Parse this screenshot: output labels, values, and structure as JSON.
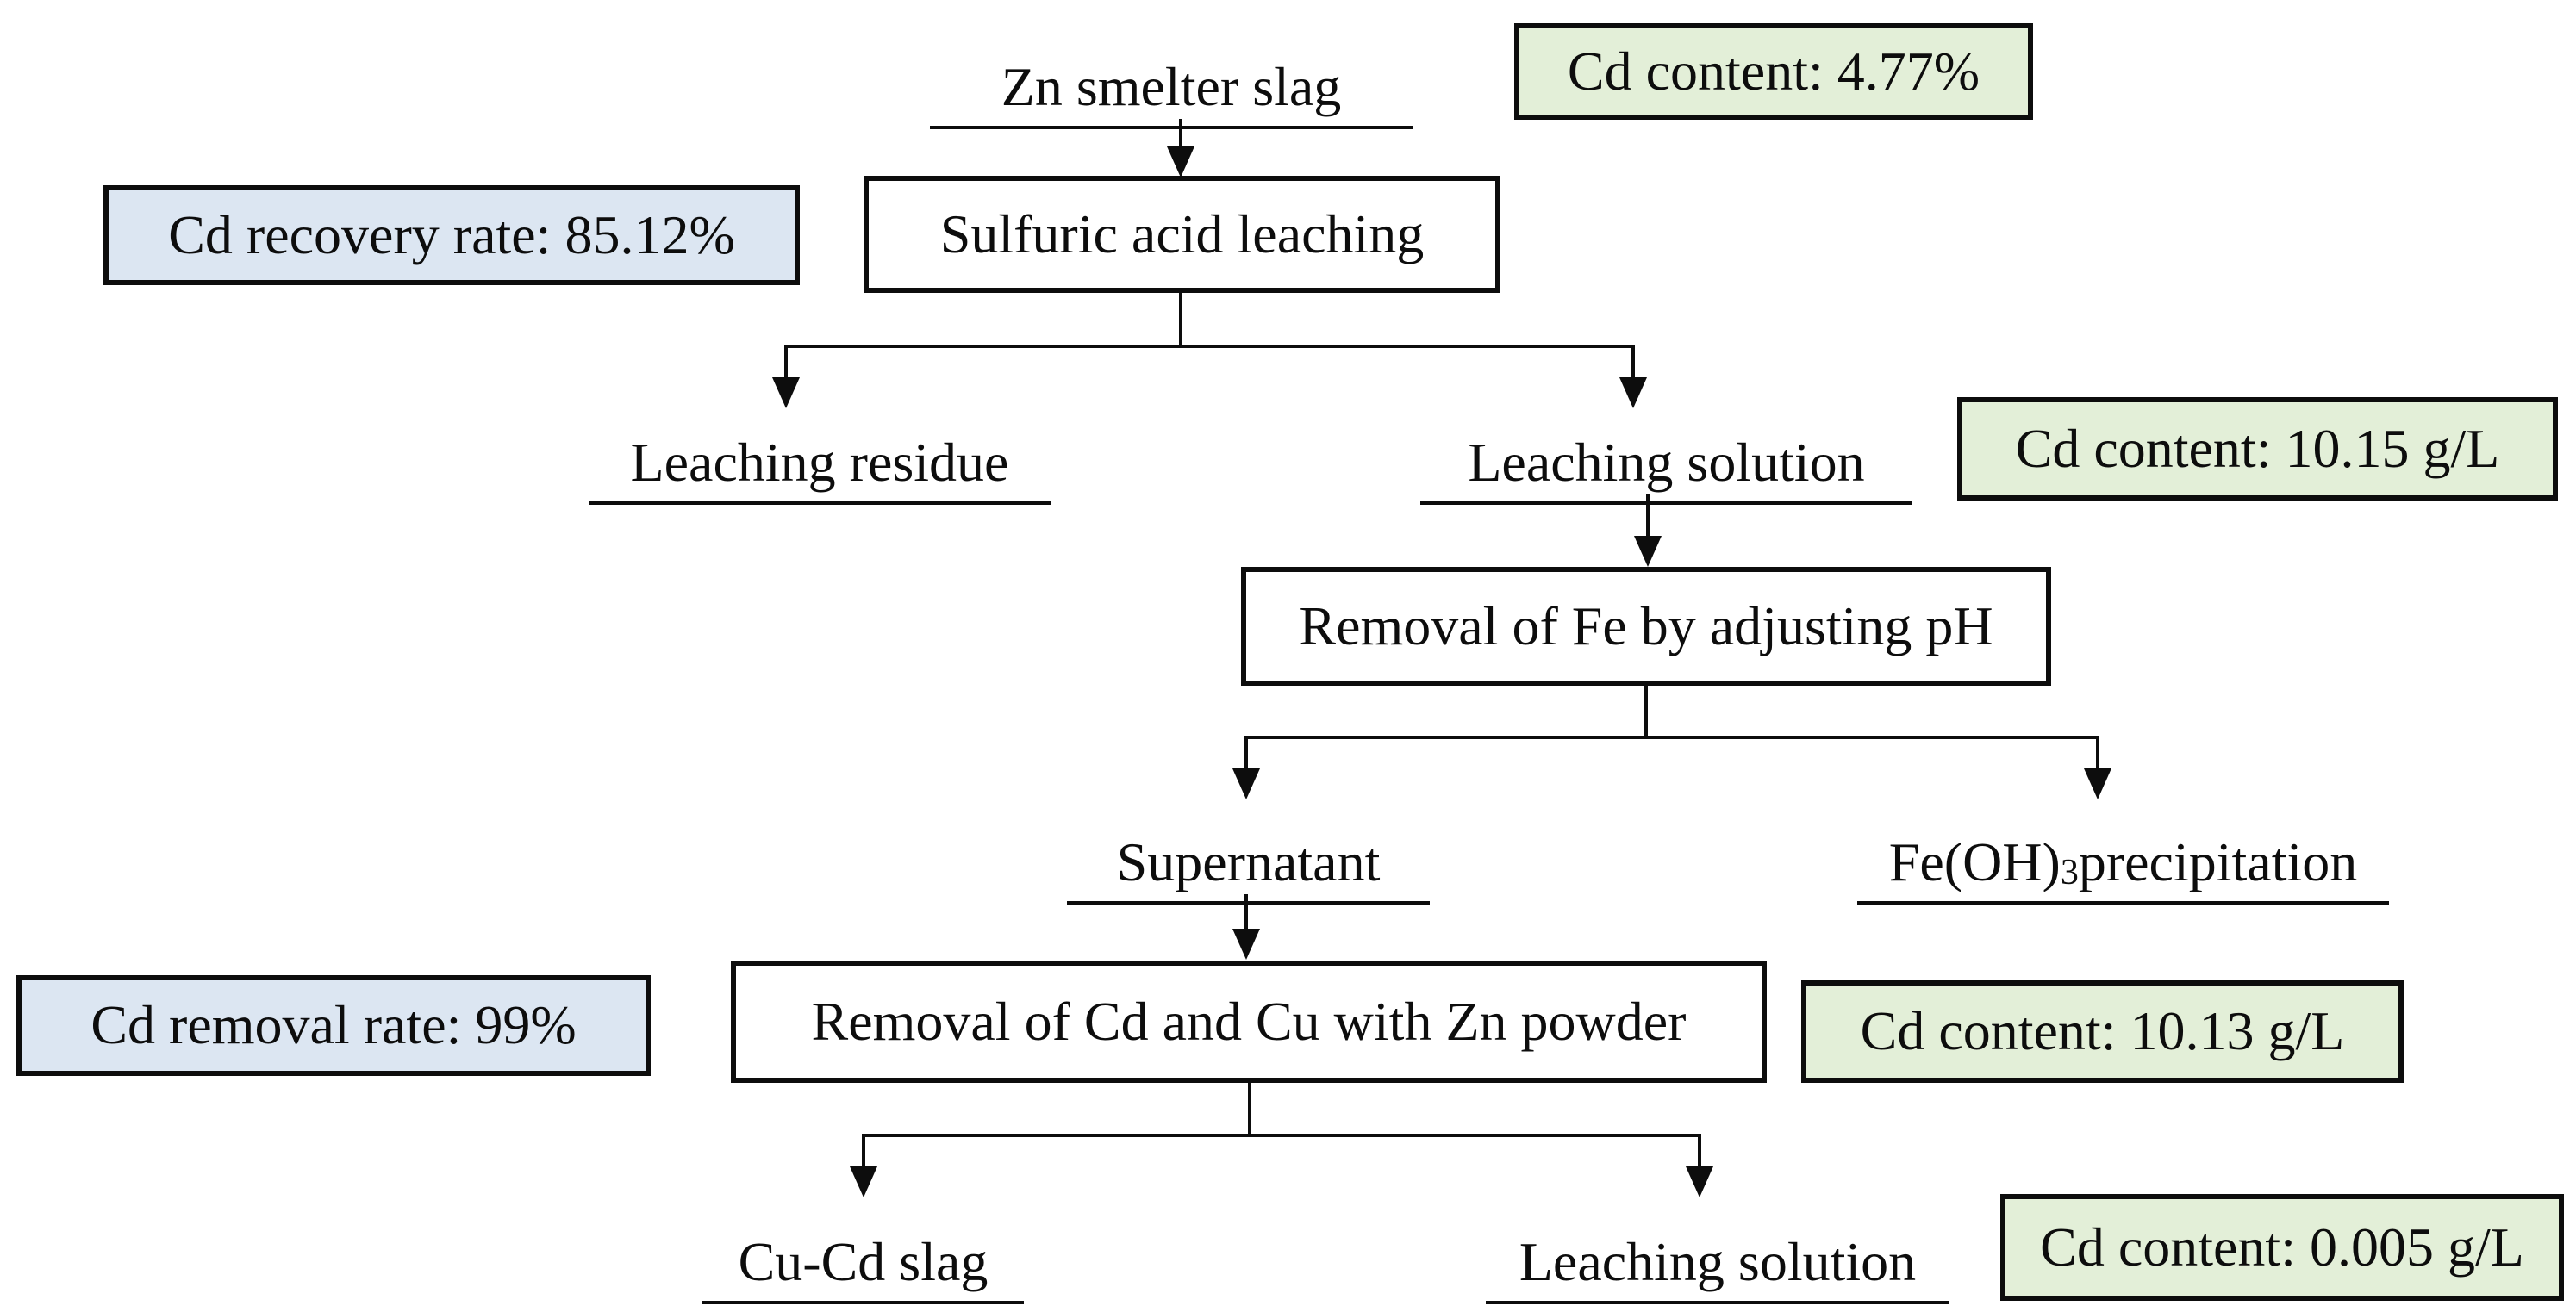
{
  "diagram": {
    "type": "flowchart",
    "description": "Hydrometallurgical process flow for cadmium recovery from Zn smelter slag",
    "nodes": {
      "zn_smelter_slag": "Zn smelter slag",
      "sulfuric_acid_leaching": "Sulfuric acid leaching",
      "leaching_residue": "Leaching residue",
      "leaching_solution_1": "Leaching solution",
      "removal_of_fe": "Removal of Fe by adjusting pH",
      "supernatant": "Supernatant",
      "fe_oh3_precipitation": {
        "pre": "Fe(OH)",
        "sub": "3",
        "post": " precipitation"
      },
      "removal_of_cd_cu": "Removal of Cd and Cu with Zn powder",
      "cu_cd_slag": "Cu-Cd slag",
      "leaching_solution_2": "Leaching solution"
    },
    "annotations": {
      "cd_content_slag": {
        "label": "Cd content: 4.77%",
        "color": "green"
      },
      "cd_recovery_rate": {
        "label": "Cd recovery rate: 85.12%",
        "color": "blue"
      },
      "cd_content_leaching_solution": {
        "label": "Cd content: 10.15 g/L",
        "color": "green"
      },
      "cd_removal_rate": {
        "label": "Cd removal rate: 99%",
        "color": "blue"
      },
      "cd_content_supernatant": {
        "label": "Cd content: 10.13 g/L",
        "color": "green"
      },
      "cd_content_final_solution": {
        "label": "Cd content: 0.005 g/L",
        "color": "green"
      }
    },
    "edges": [
      {
        "from": "Zn smelter slag",
        "to": "Sulfuric acid leaching"
      },
      {
        "from": "Sulfuric acid leaching",
        "to": "Leaching residue"
      },
      {
        "from": "Sulfuric acid leaching",
        "to": "Leaching solution"
      },
      {
        "from": "Leaching solution",
        "to": "Removal of Fe by adjusting pH"
      },
      {
        "from": "Removal of Fe by adjusting pH",
        "to": "Supernatant"
      },
      {
        "from": "Removal of Fe by adjusting pH",
        "to": "Fe(OH)3 precipitation"
      },
      {
        "from": "Supernatant",
        "to": "Removal of Cd and Cu with Zn powder"
      },
      {
        "from": "Removal of Cd and Cu with Zn powder",
        "to": "Cu-Cd slag"
      },
      {
        "from": "Removal of Cd and Cu with Zn powder",
        "to": "Leaching solution"
      }
    ],
    "colors": {
      "green_fill": "#e3efd8",
      "blue_fill": "#dce6f2",
      "line": "#0d0d0d",
      "box_fill": "#ffffff",
      "text": "#0d0d0d"
    }
  }
}
